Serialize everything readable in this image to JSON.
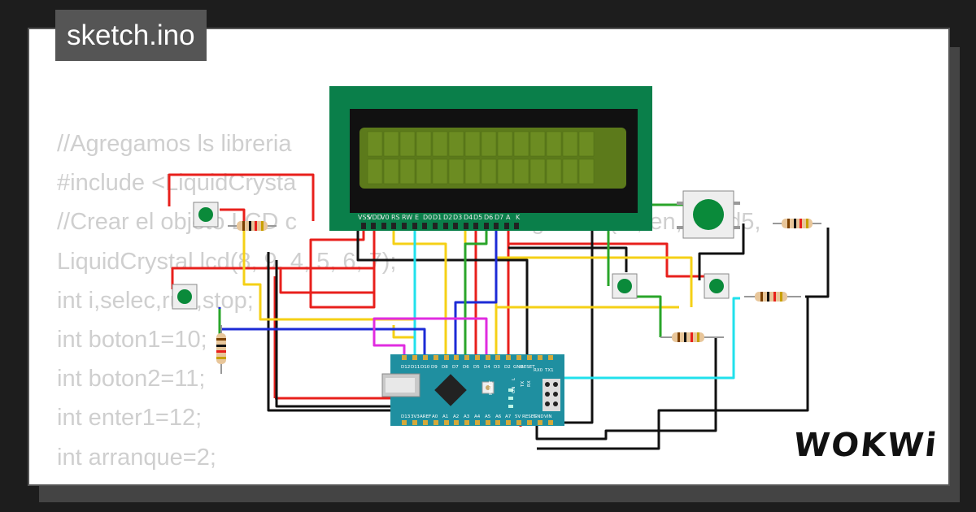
{
  "header": {
    "title": "sketch.ino"
  },
  "code_lines": [
    "//Agregamos ls libreria",
    "#include <LiquidCrysta",
    "//Crear el objeto LCD c                                 dig       s (rs, en, d4, d5,",
    "LiquidCrystal lcd(8, 9, 4, 5, 6, 7);",
    "int i,selec,run,stop;",
    "int boton1=10;",
    "int boton2=11;",
    "int enter1=12;",
    "int arranque=2;"
  ],
  "lcd": {
    "pins": [
      "VSS",
      "VDD",
      "V0",
      "RS",
      "RW",
      "E",
      "D0",
      "D1",
      "D2",
      "D3",
      "D4",
      "D5",
      "D6",
      "D7",
      "A",
      "K"
    ]
  },
  "nano": {
    "top_pins": [
      "D12",
      "D11",
      "D10",
      "D9",
      "D8",
      "D7",
      "D6",
      "D5",
      "D4",
      "D3",
      "D2",
      "GND",
      "RESET",
      "RX0",
      "TX1"
    ],
    "bottom_pins": [
      "D13",
      "3V3",
      "AREF",
      "A0",
      "A1",
      "A2",
      "A3",
      "A4",
      "A5",
      "A6",
      "A7",
      "5V",
      "RESET",
      "GND",
      "VIN"
    ],
    "labels": [
      "RESET",
      "L",
      "ON",
      "TX",
      "RX"
    ]
  },
  "brand": {
    "logo": "WOKWi"
  },
  "colors": {
    "lcd_board": "#0a7f4a",
    "lcd_screen": "#5c7a1b",
    "nano": "#1f8fa0",
    "button": "#0a8a3a"
  }
}
